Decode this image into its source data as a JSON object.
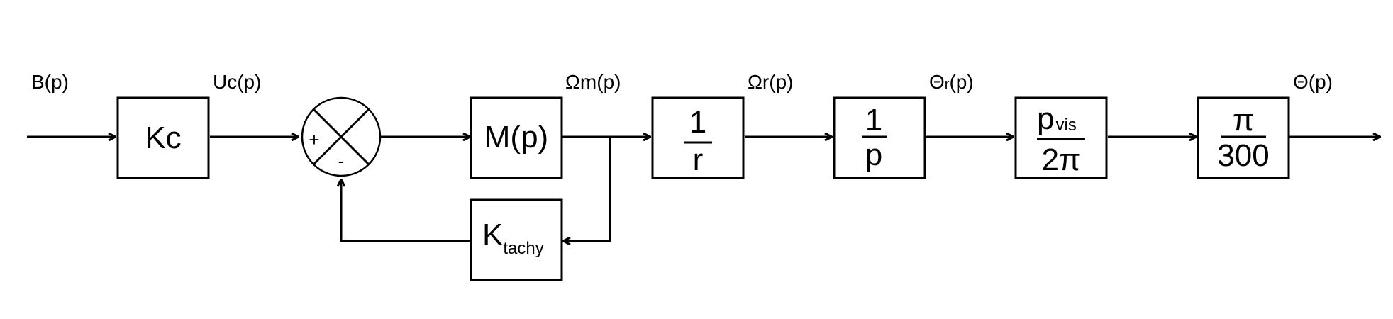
{
  "signals": {
    "input": "B(p)",
    "uc": "Uc(p)",
    "omega_m": "Ωm(p)",
    "omega_r": "Ωr(p)",
    "theta_r": "Θr(p)",
    "theta_r_main": "Θ",
    "theta_r_sub": "r",
    "theta_r_tail": "(p)",
    "output": "Θ(p)"
  },
  "blocks": {
    "kc": "Kc",
    "motor": "M(p)",
    "ktachy_main": "K",
    "ktachy_sub": "tachy",
    "reducer": {
      "numerator": "1",
      "denominator": "r"
    },
    "integrator": {
      "numerator": "1",
      "denominator": "p"
    },
    "screw": {
      "numerator_main": "p",
      "numerator_sub": "vis",
      "denominator": "2π"
    },
    "gain": {
      "numerator": "π",
      "denominator": "300"
    }
  },
  "summing_junction": {
    "plus_sign": "+",
    "minus_sign": "-"
  }
}
